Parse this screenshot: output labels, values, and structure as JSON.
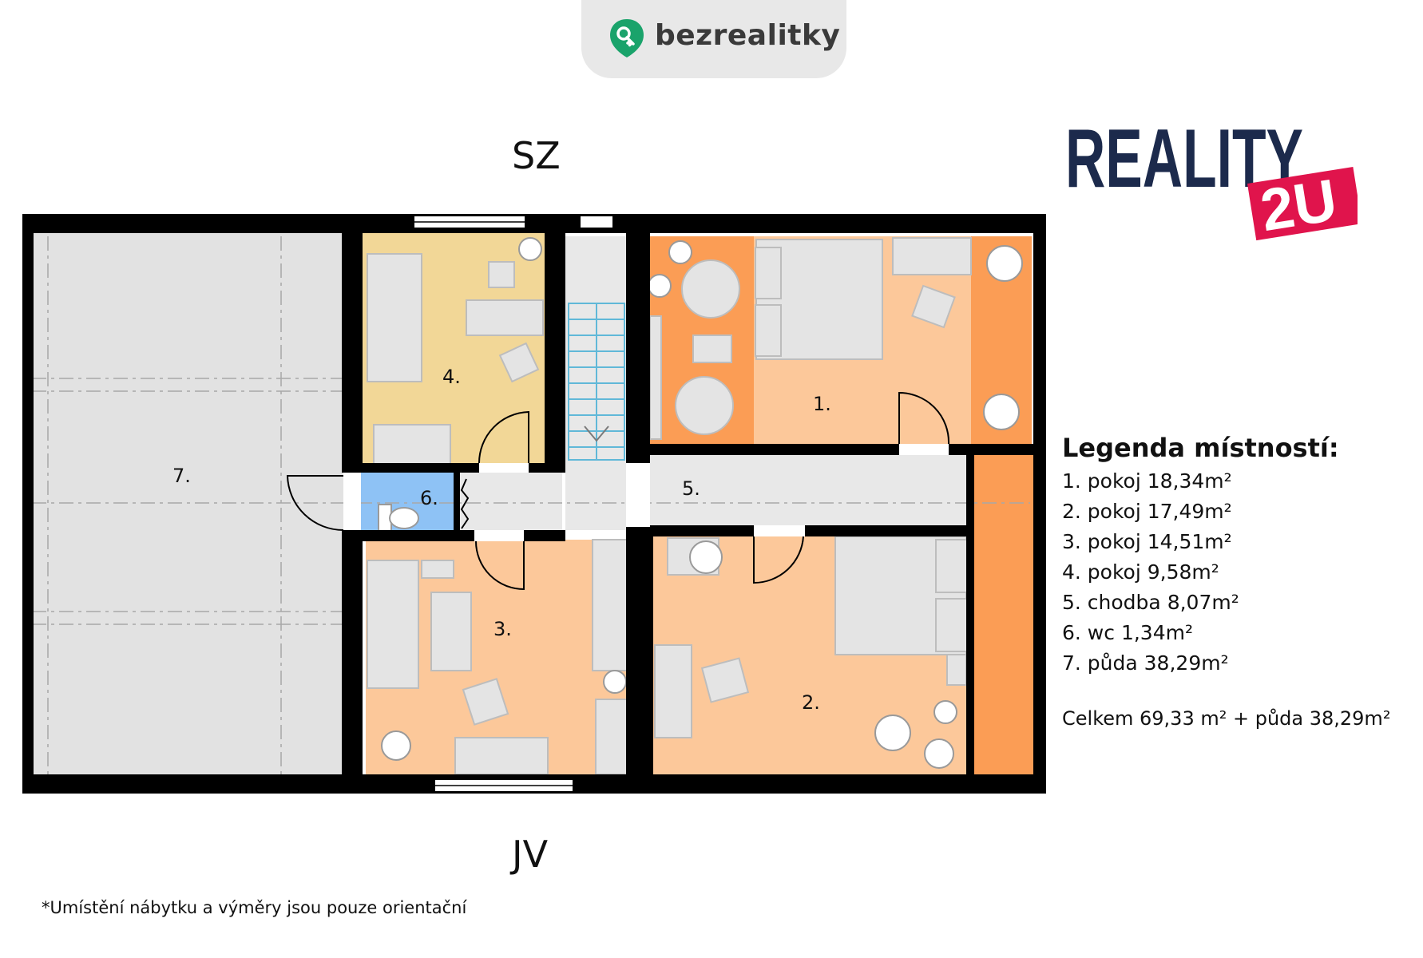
{
  "header": {
    "brand": "bezrealitky",
    "brand_color": "#1aa36b"
  },
  "agency_logo": {
    "word": "REALITY",
    "suffix": "2U",
    "word_color": "#1c2a4c",
    "suffix_color": "#e0144c"
  },
  "compass": {
    "north": "SZ",
    "south": "JV"
  },
  "rooms": [
    {
      "label": "1.",
      "name": "pokoj",
      "area": "18,34m²",
      "color": "#fcc89a"
    },
    {
      "label": "2.",
      "name": "pokoj",
      "area": "17,49m²",
      "color": "#fcc89a"
    },
    {
      "label": "3.",
      "name": "pokoj",
      "area": "14,51m²",
      "color": "#fcc89a"
    },
    {
      "label": "4.",
      "name": "pokoj",
      "area": "9,58m²",
      "color": "#f2d797"
    },
    {
      "label": "5.",
      "name": "chodba",
      "area": "8,07m²",
      "color": "#e8e8e8"
    },
    {
      "label": "6.",
      "name": "wc",
      "area": "1,34m²",
      "color": "#8ec2f5"
    },
    {
      "label": "7.",
      "name": "půda",
      "area": "38,29m²",
      "color": "#e2e2e2"
    }
  ],
  "legend": {
    "title": "Legenda místností:",
    "items": [
      "1. pokoj 18,34m²",
      "2. pokoj 17,49m²",
      "3. pokoj 14,51m²",
      "4. pokoj 9,58m²",
      "5. chodba 8,07m²",
      "6. wc 1,34m²",
      "7. půda 38,29m²"
    ],
    "total": "Celkem 69,33 m² + půda 38,29m²"
  },
  "footnote": "*Umístění nábytku a výměry jsou pouze orientační"
}
